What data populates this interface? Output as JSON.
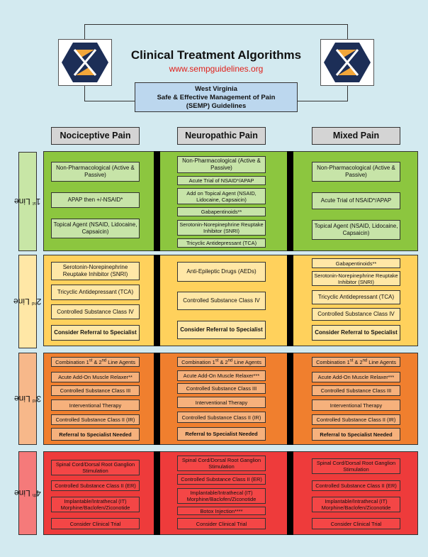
{
  "header": {
    "title": "Clinical Treatment Algorithms",
    "url": "www.sempguidelines.org",
    "guideline_lines": [
      "West Virginia",
      "Safe & Effective Management of Pain",
      "(SEMP) Guidelines"
    ]
  },
  "columns": [
    "Nociceptive Pain",
    "Neuropathic Pain",
    "Mixed Pain"
  ],
  "lines": [
    {
      "label": "1st Line",
      "color": "#8cc63f"
    },
    {
      "label": "2nd Line",
      "color": "#ffd15c"
    },
    {
      "label": "3rd Line",
      "color": "#f07f2e"
    },
    {
      "label": "4th Line",
      "color": "#ee3b3b"
    }
  ],
  "cells": [
    [
      [
        "Non-Pharmacological (Active & Passive)",
        "APAP then +/-NSAID*",
        "Topical Agent (NSAID, Lidocaine, Capsaicin)"
      ],
      [
        "Non-Pharmacological (Active & Passive)",
        "Acute Trial of NSAID*/APAP",
        "Add on Topical Agent (NSAID, Lidocaine, Capsaicin)",
        "Gabapentinoids**",
        "Serotonin-Norepinephrine Reuptake Inhibitor (SNRI)",
        "Tricyclic Antidepressant (TCA)"
      ],
      [
        "Non-Pharmacological (Active & Passive)",
        "Acute Trial of NSAID*/APAP",
        "Topical Agent (NSAID, Lidocaine, Capsaicin)"
      ]
    ],
    [
      [
        "Serotonin-Norepinephrine Reuptake Inhibitor (SNRI)",
        "Tricyclic Antidepressant (TCA)",
        "Controlled Substance Class IV",
        "Consider Referral to Specialist"
      ],
      [
        "Anti-Epileptic Drugs (AEDs)",
        "Controlled Substance Class IV",
        "Consider Referral to Specialist"
      ],
      [
        "Gabapentinoids**",
        "Serotonin-Norepinephrine Reuptake Inhibitor (SNRI)",
        "Tricyclic Antidepressant (TCA)",
        "Controlled Substance Class IV",
        "Consider Referral to Specialist"
      ]
    ],
    [
      [
        "Combination 1st & 2nd Line Agents",
        "Acute Add-On Muscle Relaxer**",
        "Controlled Substance Class III",
        "Interventional Therapy",
        "Controlled Substance Class II (IR)",
        "Referral to Specialist Needed"
      ],
      [
        "Combination 1st & 2nd Line Agents",
        "Acute Add-On Muscle Relaxer***",
        "Controlled Substance Class III",
        "Interventional Therapy",
        "Controlled Substance Class II (IR)",
        "Referral to Specialist Needed"
      ],
      [
        "Combination 1st & 2nd Line Agents",
        "Acute Add-On Muscle Relaxer***",
        "Controlled Substance Class III",
        "Interventional Therapy",
        "Controlled Substance Class II (IR)",
        "Referral to Specialist Needed"
      ]
    ],
    [
      [
        "Spinal Cord/Dorsal Root Ganglion Stimulation",
        "Controlled Substance Class II (ER)",
        "Implantable/Intrathecal (IT) Morphine/Baclofen/Ziconotide",
        "Consider Clinical Trial"
      ],
      [
        "Spinal Cord/Dorsal Root Ganglion Stimulation",
        "Controlled Substance Class II (ER)",
        "Implantable/Intrathecal (IT) Morphine/Baclofen/Ziconotide",
        "Botox Injection****",
        "Consider Clinical Trial"
      ],
      [
        "Spinal Cord/Dorsal Root Ganglion Stimulation",
        "Controlled Substance Class II (ER)",
        "Implantable/Intrathecal (IT) Morphine/Baclofen/Ziconotide",
        "Consider Clinical Trial"
      ]
    ]
  ],
  "colors": {
    "line_tab": [
      "#c8e6a6",
      "#ffe7a6",
      "#f7b88a",
      "#f57a7a"
    ],
    "box_fill": [
      "#c7e4a8",
      "#ffe7a6",
      "#f6b17c",
      "#f44646"
    ],
    "header_box": "#d4d4d4",
    "guideline_box": "#bcd7ee",
    "url": "#e0201a"
  }
}
